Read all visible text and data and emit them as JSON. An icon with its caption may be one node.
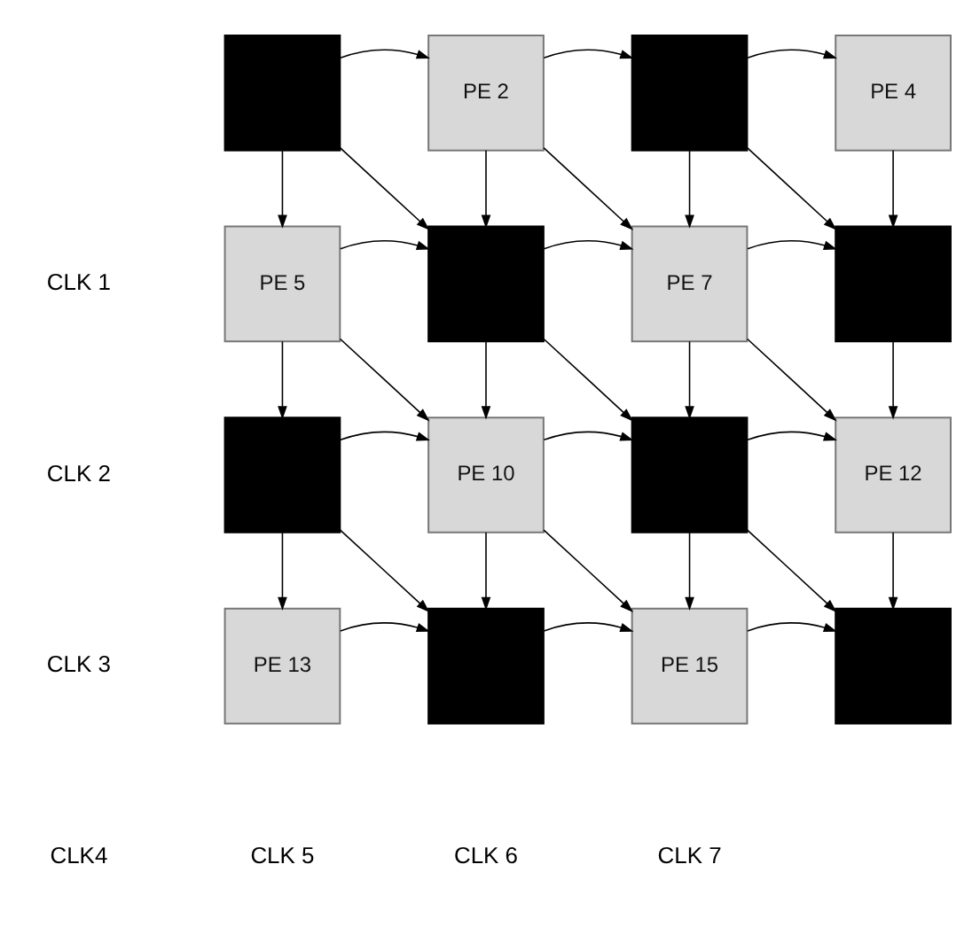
{
  "diagram": {
    "nodes": [
      {
        "text": [],
        "shape": "box"
      },
      {
        "text": [
          "PE 2"
        ]
      },
      {
        "text": [],
        "shape": "box"
      },
      {
        "text": [
          "PE 4"
        ]
      },
      {
        "text": [
          "PE 5"
        ]
      },
      {
        "text": [],
        "shape": "box"
      },
      {
        "text": [
          "PE 7"
        ]
      },
      {
        "text": [],
        "shape": "box"
      },
      {
        "text": [],
        "shape": "box"
      },
      {
        "text": [
          "PE 10"
        ]
      },
      {
        "text": [],
        "shape": "box"
      },
      {
        "text": [
          "PE 12"
        ]
      },
      {
        "text": [
          "PE 13"
        ]
      },
      {
        "text": [],
        "shape": "box"
      },
      {
        "text": [
          "PE 15"
        ]
      },
      {
        "text": [],
        "shape": "box"
      }
    ],
    "edges": [
      {
        "from": 0,
        "to": 1,
        "arrow": "to"
      },
      {
        "from": 1,
        "to": 2,
        "arrow": "to"
      },
      {
        "from": 2,
        "to": 3,
        "arrow": "to"
      },
      {
        "from": 0,
        "to": 4,
        "arrow": "to"
      },
      {
        "from": 0,
        "to": 5,
        "arrow": "to"
      },
      {
        "from": 1,
        "to": 5,
        "arrow": "to"
      },
      {
        "from": 1,
        "to": 6,
        "arrow": "to"
      },
      {
        "from": 2,
        "to": 6,
        "arrow": "to"
      },
      {
        "from": 2,
        "to": 7,
        "arrow": "to"
      },
      {
        "from": 3,
        "to": 7,
        "arrow": "to"
      },
      {
        "from": 4,
        "to": 5,
        "arrow": "to"
      },
      {
        "from": 5,
        "to": 6,
        "arrow": "to"
      },
      {
        "from": 6,
        "to": 7,
        "arrow": "to"
      },
      {
        "from": 4,
        "to": 8,
        "arrow": "to"
      },
      {
        "from": 4,
        "to": 9,
        "arrow": "to"
      },
      {
        "from": 5,
        "to": 9,
        "arrow": "to"
      },
      {
        "from": 5,
        "to": 10,
        "arrow": "to"
      },
      {
        "from": 6,
        "to": 10,
        "arrow": "to"
      },
      {
        "from": 6,
        "to": 11,
        "arrow": "to"
      },
      {
        "from": 7,
        "to": 11,
        "arrow": "to"
      },
      {
        "from": 8,
        "to": 9,
        "arrow": "to"
      },
      {
        "from": 9,
        "to": 10,
        "arrow": "to"
      },
      {
        "from": 10,
        "to": 11,
        "arrow": "to"
      },
      {
        "from": 8,
        "to": 12,
        "arrow": "to"
      },
      {
        "from": 8,
        "to": 13,
        "arrow": "to"
      },
      {
        "from": 9,
        "to": 13,
        "arrow": "to"
      },
      {
        "from": 9,
        "to": 14,
        "arrow": "to"
      },
      {
        "from": 10,
        "to": 14,
        "arrow": "to"
      },
      {
        "from": 10,
        "to": 15,
        "arrow": "to"
      },
      {
        "from": 11,
        "to": 15,
        "arrow": "to"
      },
      {
        "from": 12,
        "to": 13,
        "arrow": "to"
      },
      {
        "from": 13,
        "to": 14,
        "arrow": "to"
      },
      {
        "from": 14,
        "to": 15,
        "arrow": "to"
      }
    ],
    "labels": [
      "CLK 1",
      "CLK 2",
      "CLK 3",
      "CLK4",
      "CLK 5",
      "CLK 6",
      "CLK 7"
    ]
  }
}
